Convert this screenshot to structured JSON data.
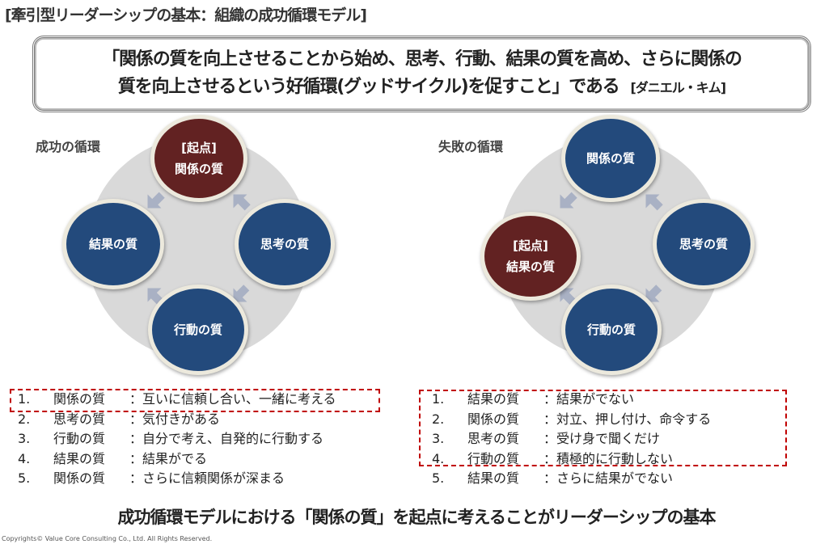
{
  "title": "[牽引型リーダーシップの基本：組織の成功循環モデル]",
  "quote": {
    "line1": "「関係の質を向上させることから始め、思考、行動、結果の質を高め、さらに関係の",
    "line2": "質を向上させるという好循環(グッドサイクル)を促すこと」である",
    "attribution": "[ダニエル・キム]"
  },
  "success": {
    "label": "成功の循環",
    "top_tag": "[起点]",
    "top": "関係の質",
    "right": "思考の質",
    "bottom": "行動の質",
    "left": "結果の質",
    "items": [
      {
        "n": "1.",
        "k": "関係の質",
        "v": "：互いに信頼し合い、一緒に考える"
      },
      {
        "n": "2.",
        "k": "思考の質",
        "v": "：気付きがある"
      },
      {
        "n": "3.",
        "k": "行動の質",
        "v": "：自分で考え、自発的に行動する"
      },
      {
        "n": "4.",
        "k": "結果の質",
        "v": "：結果がでる"
      },
      {
        "n": "5.",
        "k": "関係の質",
        "v": "：さらに信頼関係が深まる"
      }
    ]
  },
  "failure": {
    "label": "失敗の循環",
    "top": "関係の質",
    "right": "思考の質",
    "bottom": "行動の質",
    "left_tag": "[起点]",
    "left": "結果の質",
    "items": [
      {
        "n": "1.",
        "k": "結果の質",
        "v": "：結果がでない"
      },
      {
        "n": "2.",
        "k": "関係の質",
        "v": "：対立、押し付け、命令する"
      },
      {
        "n": "3.",
        "k": "思考の質",
        "v": "：受け身で聞くだけ"
      },
      {
        "n": "4.",
        "k": "行動の質",
        "v": "：積極的に行動しない"
      },
      {
        "n": "5.",
        "k": "結果の質",
        "v": "：さらに結果がでない"
      }
    ]
  },
  "footer": "成功循環モデルにおける「関係の質」を起点に考えることがリーダーシップの基本",
  "copyright": "Copyrights© Value Core Consulting Co., Ltd. All Rights Reserved.",
  "colors": {
    "start": "#622222",
    "node": "#234a7c",
    "dash": "#c00000"
  }
}
